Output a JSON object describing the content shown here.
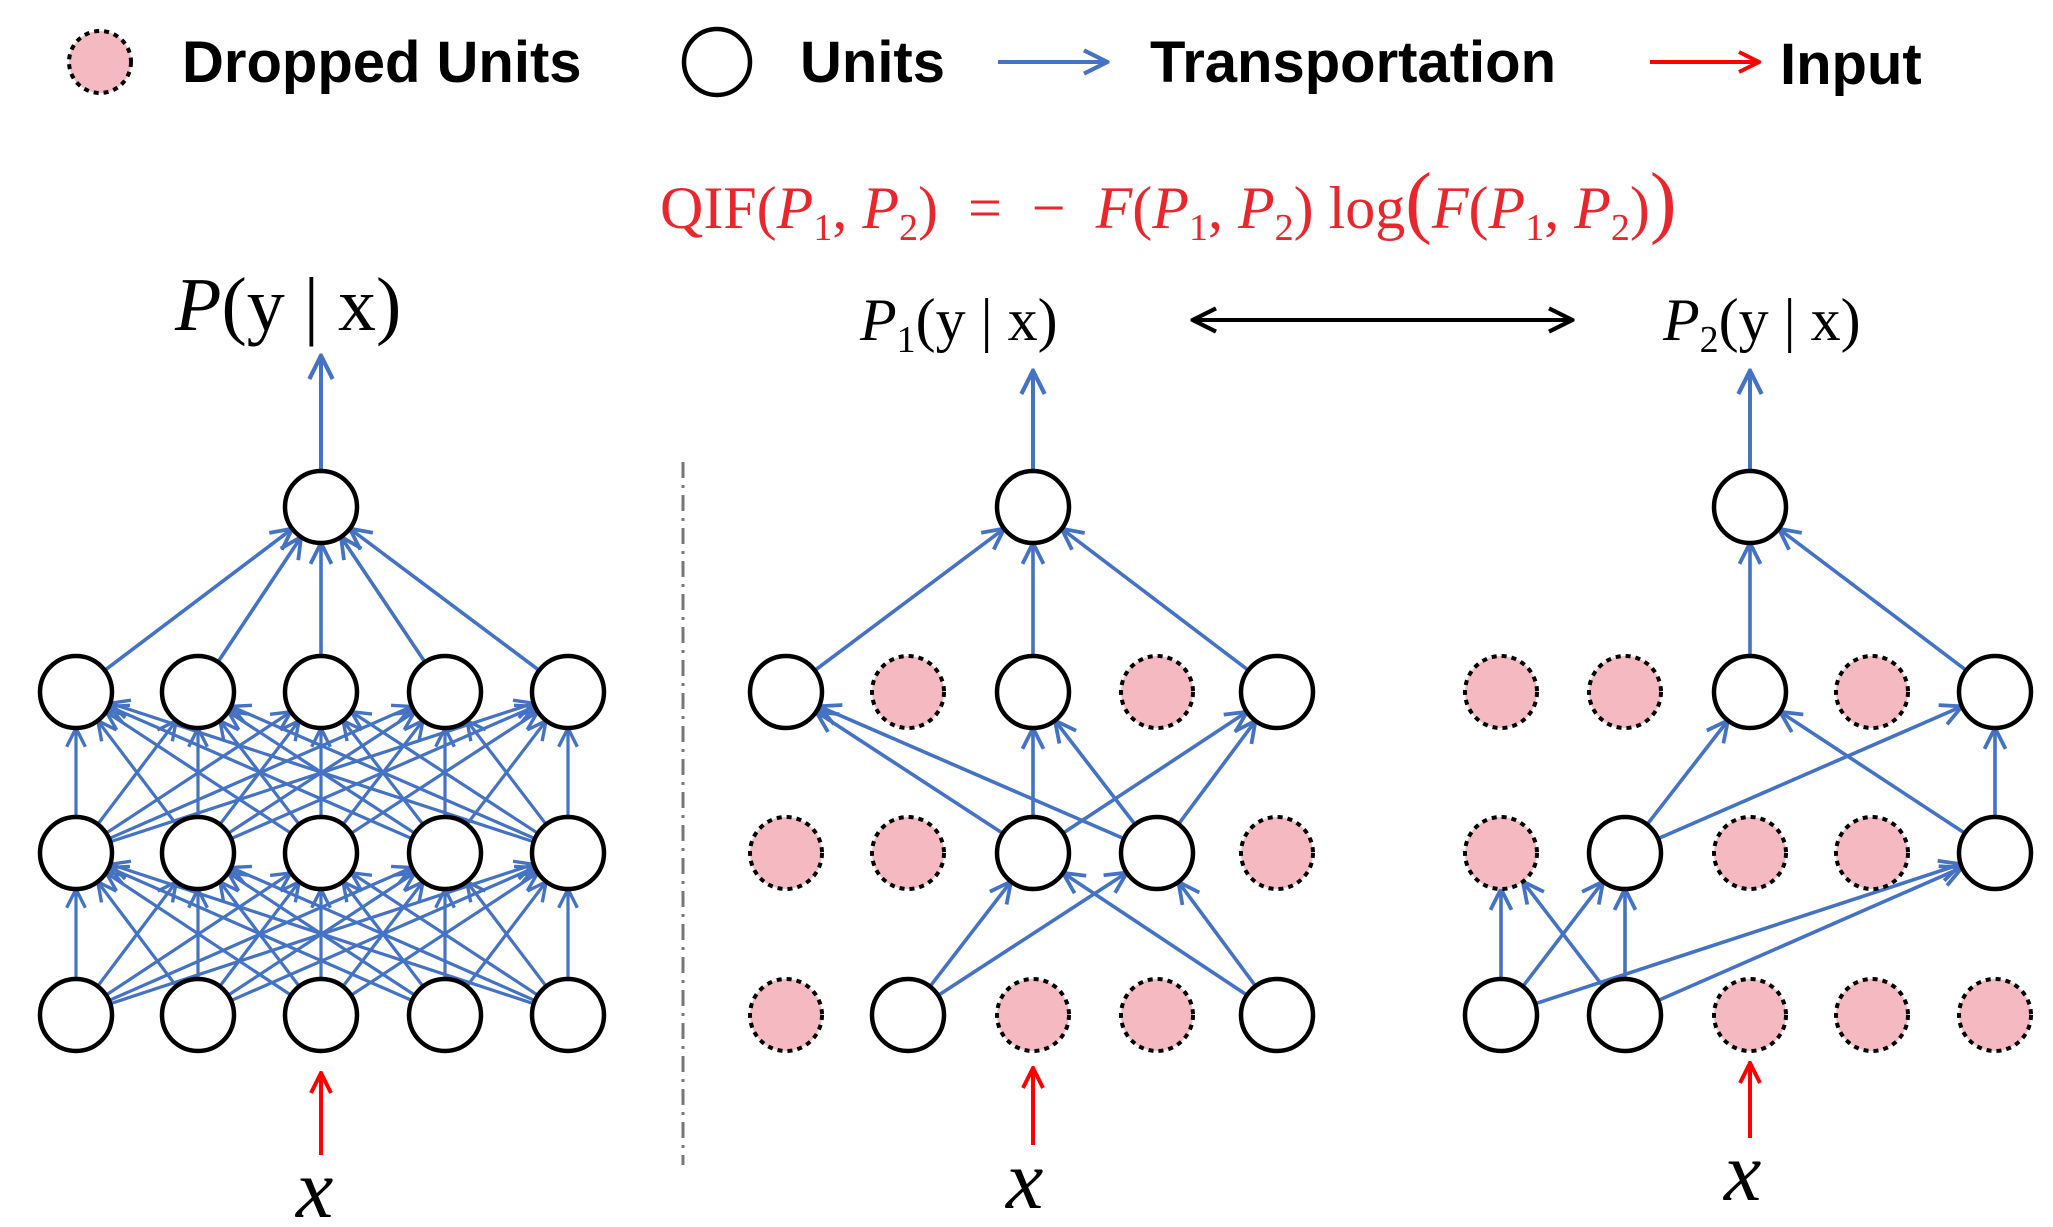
{
  "legend": {
    "dropped_units": "Dropped Units",
    "units": "Units",
    "transportation": "Transportation",
    "input": "Input"
  },
  "formula": {
    "qif_lhs": "QIF(",
    "p1": "P",
    "sub1": "1",
    "comma1": ", ",
    "p2": "P",
    "sub2": "2",
    "close_eq": ")  =  −  ",
    "f": "F",
    "open1": "(",
    "p1b": "P",
    "sub1b": "1",
    "comma2": ", ",
    "p2b": "P",
    "sub2b": "2",
    "close1": ") ",
    "log": "log",
    "open_big": "(",
    "f2": "F",
    "open2": "(",
    "p1c": "P",
    "sub1c": "1",
    "comma3": ", ",
    "p2c": "P",
    "sub2c": "2",
    "close2": ")",
    "close_big": ")"
  },
  "labels": {
    "full_output_p": "P",
    "full_output_rest": "(y | x)",
    "net1_p": "P",
    "net1_sub": "1",
    "net1_rest": "(y | x)",
    "net2_p": "P",
    "net2_sub": "2",
    "net2_rest": "(y | x)",
    "input_x": "x"
  },
  "colors": {
    "unit_fill": "#ffffff",
    "dropped_fill": "#f4b9c1",
    "transport": "#4472c4",
    "input_arrow": "#ff0000",
    "formula": "#e8262b"
  },
  "networks": [
    {
      "name": "full",
      "layers": [
        [
          false,
          false,
          false,
          false,
          false
        ],
        [
          false,
          false,
          false,
          false,
          false
        ],
        [
          false,
          false,
          false,
          false,
          false
        ]
      ],
      "edges_l0_l1": "all",
      "edges_l1_l2": "all",
      "edges_l2_out": "all"
    },
    {
      "name": "dropout-1",
      "layers": [
        [
          true,
          false,
          true,
          true,
          false
        ],
        [
          true,
          true,
          false,
          false,
          true
        ],
        [
          false,
          true,
          false,
          true,
          false
        ]
      ],
      "edges_l0_l1": [
        [
          1,
          2
        ],
        [
          1,
          3
        ],
        [
          4,
          2
        ],
        [
          4,
          3
        ]
      ],
      "edges_l1_l2": [
        [
          2,
          0
        ],
        [
          2,
          2
        ],
        [
          2,
          4
        ],
        [
          3,
          0
        ],
        [
          3,
          2
        ],
        [
          3,
          4
        ]
      ],
      "edges_l2_out": [
        0,
        2,
        4
      ]
    },
    {
      "name": "dropout-2",
      "layers": [
        [
          false,
          false,
          true,
          true,
          true
        ],
        [
          true,
          false,
          true,
          true,
          false
        ],
        [
          true,
          true,
          false,
          true,
          false
        ]
      ],
      "edges_l0_l1": [
        [
          0,
          0
        ],
        [
          0,
          1
        ],
        [
          0,
          4
        ],
        [
          1,
          0
        ],
        [
          1,
          1
        ],
        [
          1,
          4
        ]
      ],
      "edges_l1_l2": [
        [
          1,
          2
        ],
        [
          1,
          4
        ],
        [
          4,
          2
        ],
        [
          4,
          4
        ]
      ],
      "edges_l2_out": [
        2,
        4
      ]
    }
  ]
}
